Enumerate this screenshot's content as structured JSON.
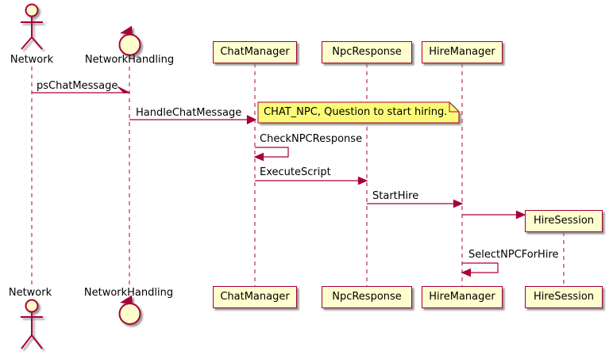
{
  "diagram": {
    "participants": [
      {
        "name": "Network",
        "type": "actor"
      },
      {
        "name": "NetworkHandling",
        "type": "control"
      },
      {
        "name": "ChatManager",
        "type": "participant"
      },
      {
        "name": "NpcResponse",
        "type": "participant"
      },
      {
        "name": "HireManager",
        "type": "participant"
      },
      {
        "name": "HireSession",
        "type": "participant",
        "created_mid_diagram": true
      }
    ],
    "messages": [
      {
        "label": "psChatMessage",
        "from": "Network",
        "to": "NetworkHandling"
      },
      {
        "label": "HandleChatMessage",
        "from": "NetworkHandling",
        "to": "ChatManager"
      },
      {
        "label": "CheckNPCResponse",
        "from": "ChatManager",
        "to": "ChatManager",
        "self": true
      },
      {
        "label": "ExecuteScript",
        "from": "ChatManager",
        "to": "NpcResponse"
      },
      {
        "label": "StartHire",
        "from": "NpcResponse",
        "to": "HireManager"
      },
      {
        "label": "SelectNPCForHire",
        "from": "HireManager",
        "to": "HireManager",
        "self": true
      }
    ],
    "note": {
      "text": "CHAT_NPC, Question to start hiring."
    },
    "colors": {
      "line": "#A80036",
      "participant_fill": "#FEFECE",
      "note_fill": "#FBFB77",
      "text": "#000000",
      "background": "#FFFFFF"
    }
  }
}
